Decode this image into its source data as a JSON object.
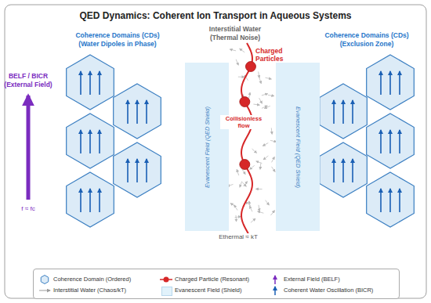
{
  "diagram": {
    "title": "QED Dynamics: Coherent Ion Transport in Aqueous Systems",
    "nodes": [
      {
        "text": [
          "Evanescent Field (QED Shield)"
        ]
      },
      {
        "text": [
          "Evanescent Field (QED Shield)"
        ]
      }
    ],
    "labels": [
      "Coherence Domains (CDs)",
      "(Water Dipoles in Phase)",
      "Interstitial Water",
      "(Thermal Noise)",
      "Coherence Domains (CDs)",
      "(Exclusion Zone)",
      "BELF / BICR",
      "(External Field)",
      "f ≈ fc",
      "Charged Particles",
      "Collisionless flow",
      "Ethermal ≈ kT"
    ],
    "legend": [
      {
        "text": "Coherence Domain (Ordered)"
      },
      {
        "text": "Charged Particle (Resonant)"
      },
      {
        "text": "External Field (BELF)"
      },
      {
        "text": "Interstitial Water (Chaos/kT)"
      },
      {
        "text": "Evanescent Field (Shield)",
        "color": "#e1f2fb"
      },
      {
        "text": "Coherent Water Oscillation (BICR)"
      }
    ]
  }
}
